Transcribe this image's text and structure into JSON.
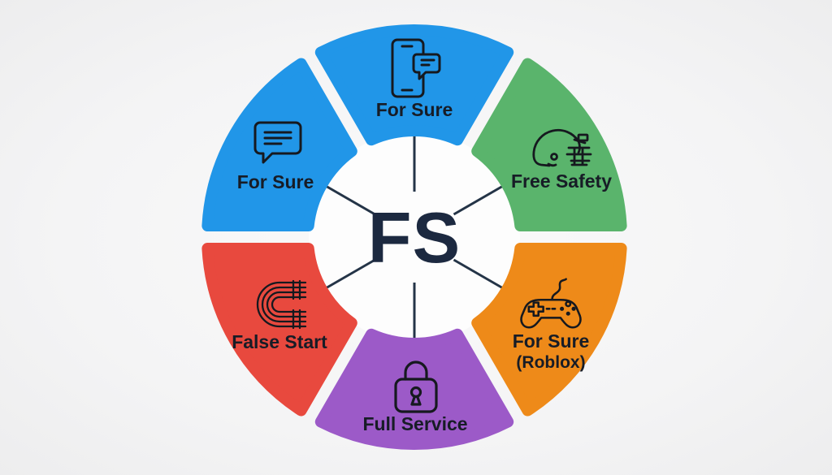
{
  "diagram": {
    "center_label": "FS",
    "segments": [
      {
        "label": "For Sure",
        "icon": "phone-chat-icon",
        "color": "#2196e8",
        "position": "top"
      },
      {
        "label": "Free Safety",
        "icon": "football-helmet-icon",
        "color": "#5ab46c",
        "position": "top-right"
      },
      {
        "label": "For Sure",
        "sublabel": "(Roblox)",
        "icon": "game-controller-icon",
        "color": "#ee8a19",
        "position": "bottom-right"
      },
      {
        "label": "Full Service",
        "icon": "padlock-icon",
        "color": "#9c5ac8",
        "position": "bottom"
      },
      {
        "label": "False Start",
        "icon": "running-track-icon",
        "color": "#e8493e",
        "position": "bottom-left"
      },
      {
        "label": "For Sure",
        "icon": "chat-bubble-icon",
        "color": "#2196e8",
        "position": "top-left"
      }
    ],
    "colors": {
      "background": "#f6f6f7",
      "inner_circle": "#fdfdfd",
      "center_text": "#1c2940",
      "label_text": "#171c26",
      "icon_stroke": "#16191f",
      "spoke_line": "#243447",
      "blue": "#2196e8",
      "green": "#5ab46c",
      "orange": "#ee8a19",
      "purple": "#9c5ac8",
      "red": "#e8493e"
    }
  }
}
